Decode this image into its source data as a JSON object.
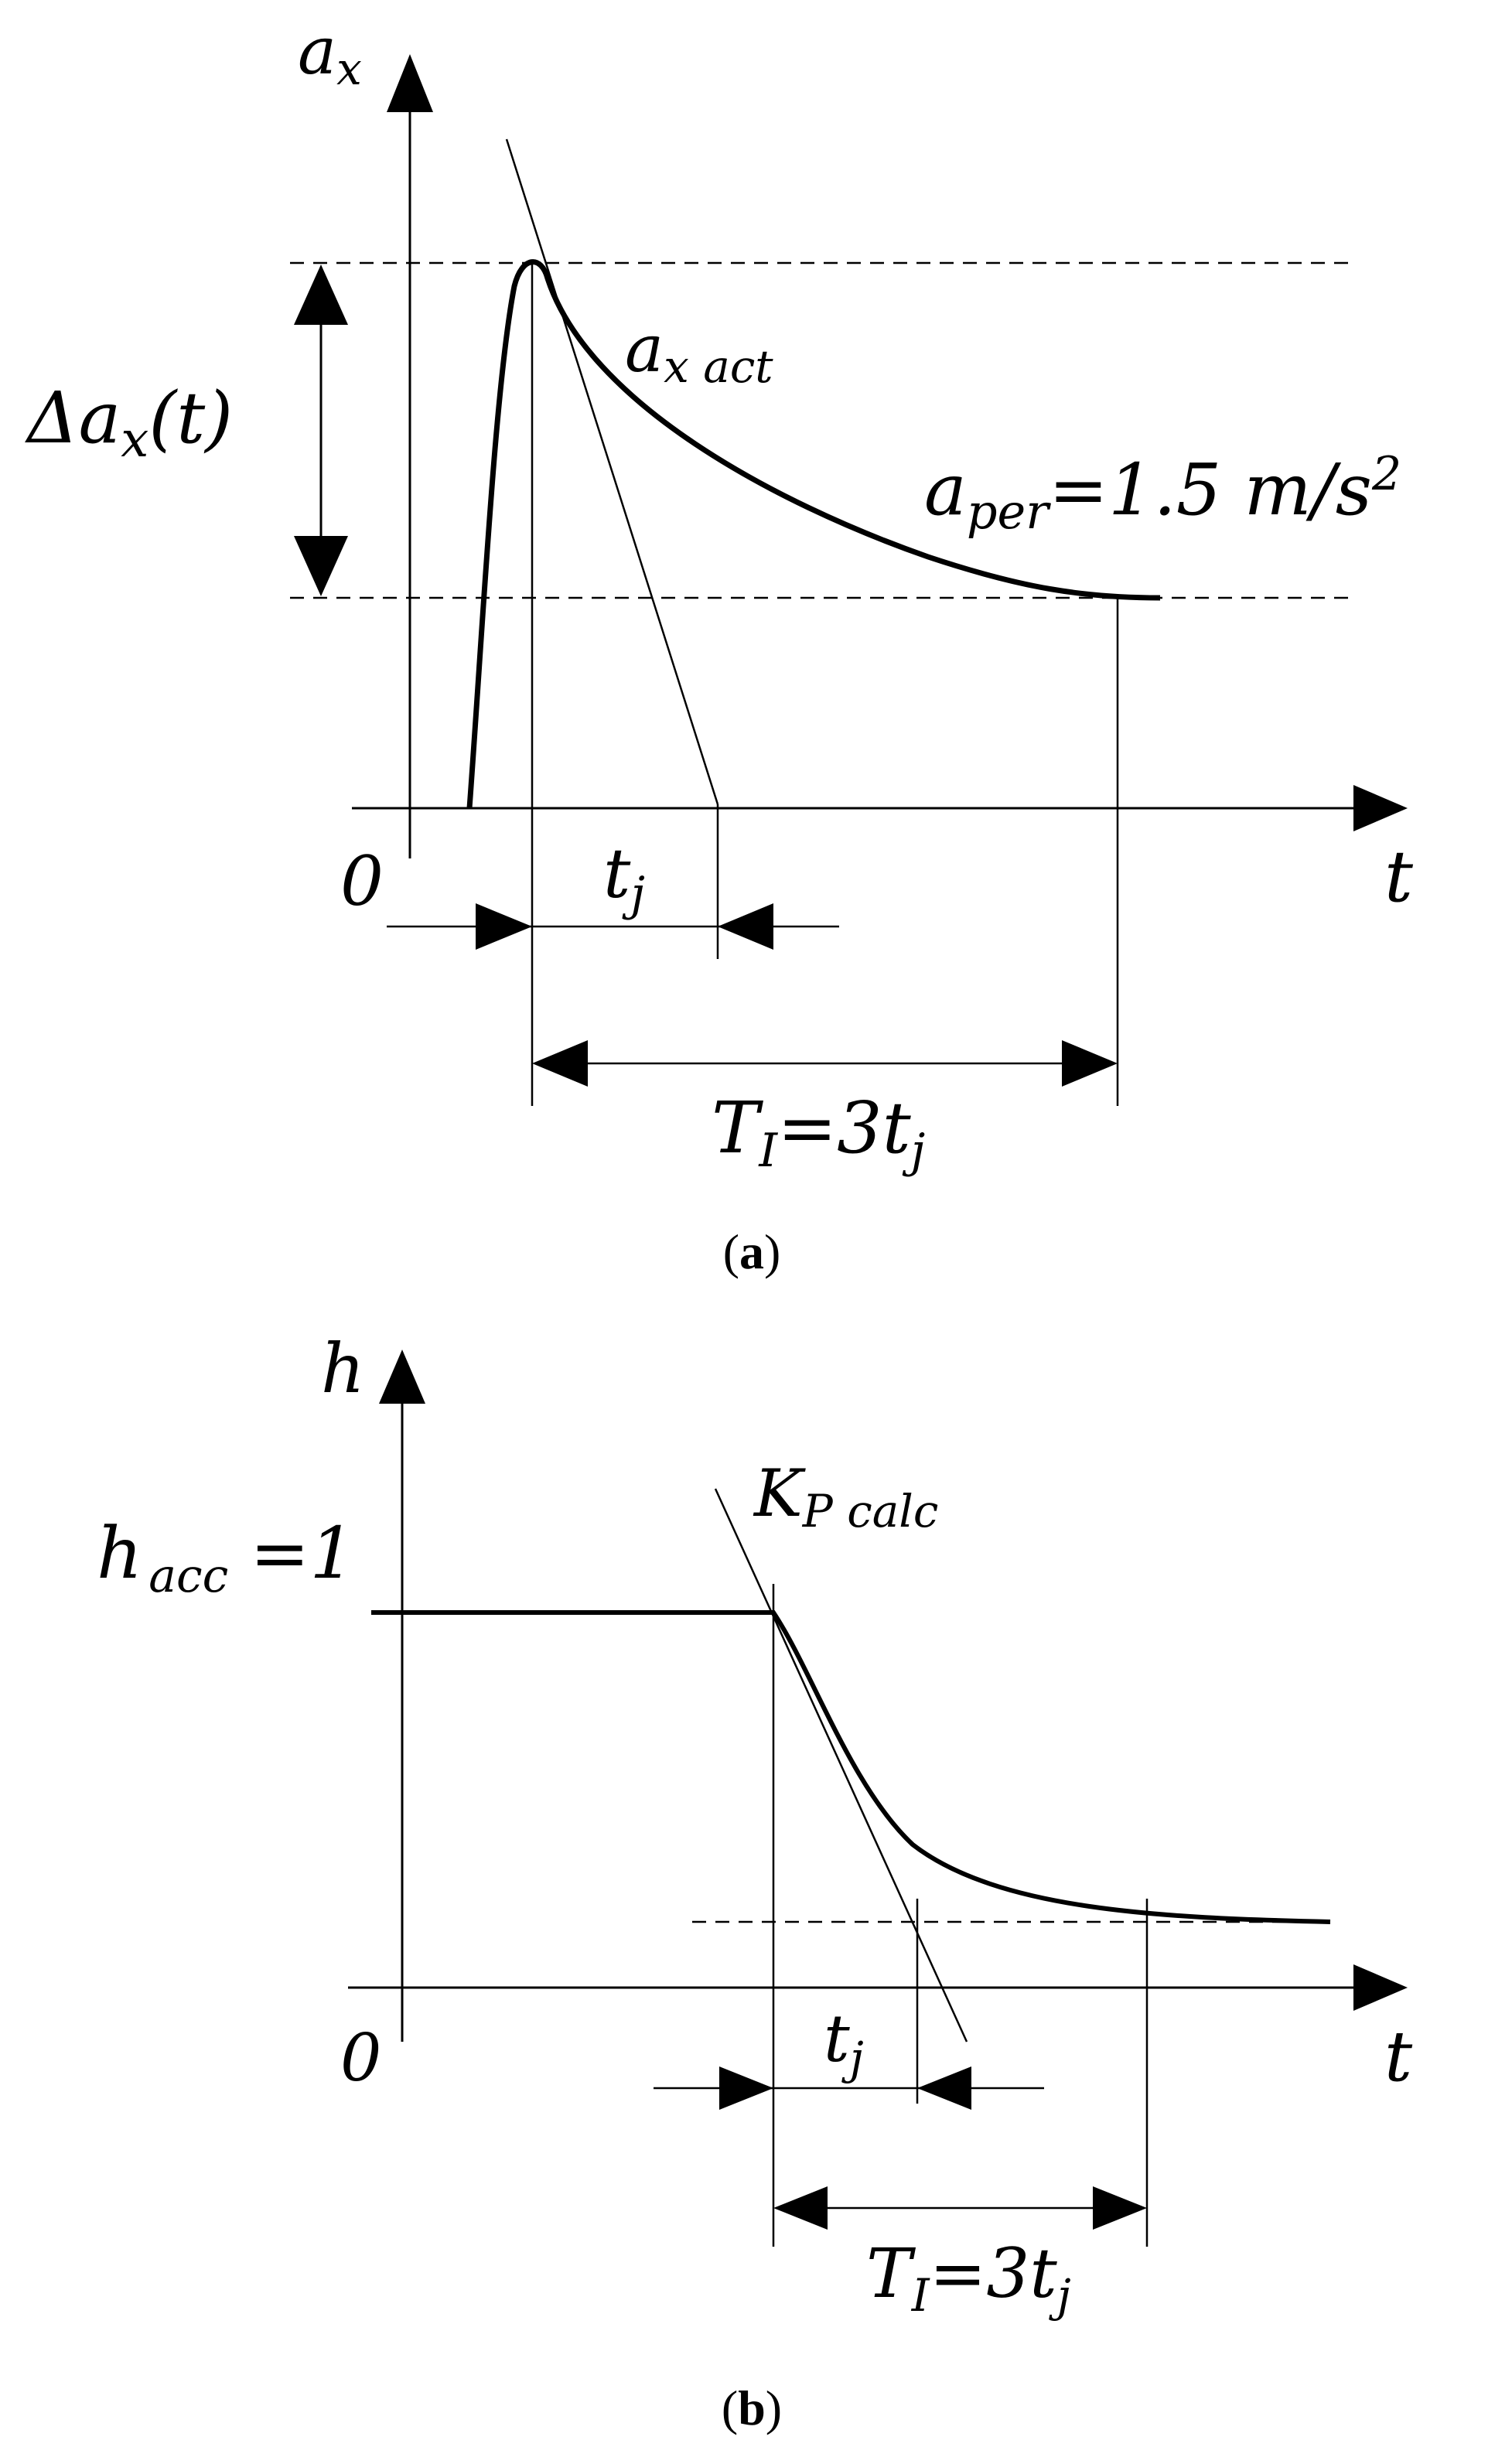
{
  "panel_a": {
    "y_axis_label": {
      "main": "a",
      "sub": "x"
    },
    "origin_label": "0",
    "t_axis_label": "t",
    "delta_label": {
      "delta": "Δa",
      "sub": "x",
      "rest": "(t)"
    },
    "curve_label": {
      "main": "a",
      "sub": "x act"
    },
    "per_label": {
      "main": "a",
      "sub": "per",
      "rest": "=1.5 m/s",
      "sup": "2"
    },
    "tj_label": {
      "main": "t",
      "sub": "j"
    },
    "TI_label": {
      "main": "T",
      "sub": "I",
      "rest": "=3t",
      "sub2": "j"
    },
    "caption": {
      "open": "(",
      "letter": "a",
      "close": ")"
    }
  },
  "panel_b": {
    "y_axis_label": "h",
    "hacc_label": {
      "main": "h",
      "sub": "acc",
      "rest": "=1"
    },
    "kp_label": {
      "main": "K",
      "sub": "P calc"
    },
    "origin_label": "0",
    "t_axis_label": "t",
    "tj_label": {
      "main": "t",
      "sub": "j"
    },
    "TI_label": {
      "main": "T",
      "sub": "I",
      "rest": "=3t",
      "sub2": "j"
    },
    "caption": {
      "open": "(",
      "letter": "b",
      "close": ")"
    }
  }
}
